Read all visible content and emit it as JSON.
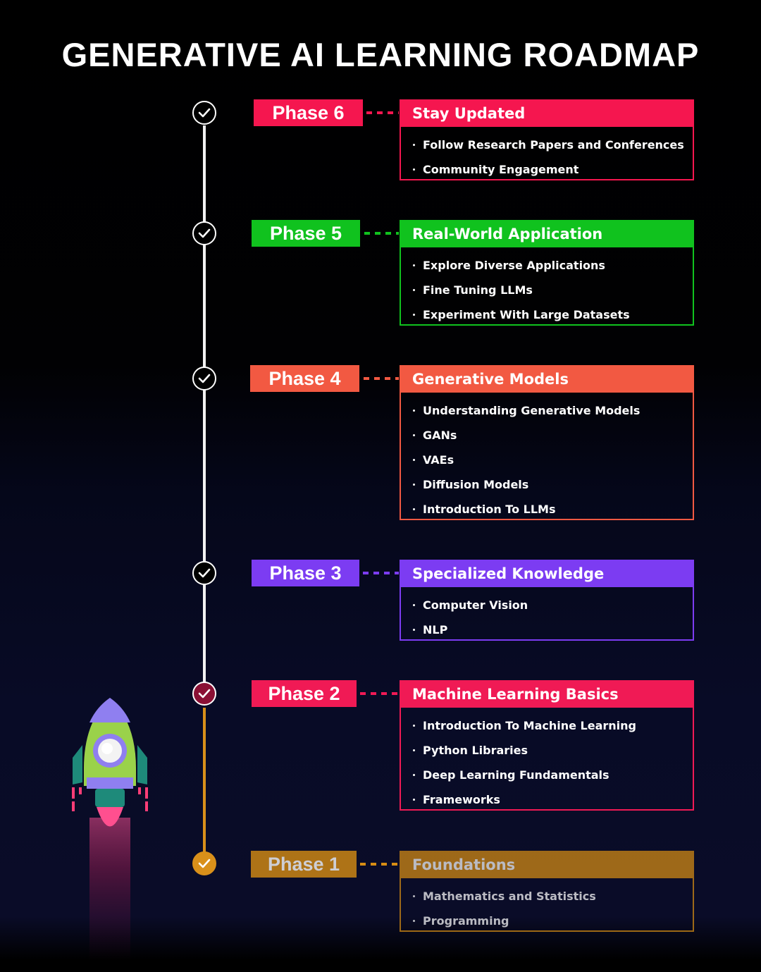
{
  "title": "GENERATIVE AI LEARNING ROADMAP",
  "phases": [
    {
      "label": "Phase 6",
      "heading": "Stay Updated",
      "color": "#f5164f",
      "items": [
        "Follow Research Papers and Conferences",
        "Community Engagement"
      ]
    },
    {
      "label": "Phase 5",
      "heading": "Real-World Application",
      "color": "#10c21e",
      "items": [
        "Explore Diverse Applications",
        "Fine Tuning LLMs",
        "Experiment With Large Datasets"
      ]
    },
    {
      "label": "Phase 4",
      "heading": "Generative Models",
      "color": "#f25942",
      "items": [
        "Understanding Generative Models",
        "GANs",
        "VAEs",
        "Diffusion Models",
        "Introduction To LLMs"
      ]
    },
    {
      "label": "Phase 3",
      "heading": "Specialized Knowledge",
      "color": "#7c3cf2",
      "items": [
        "Computer Vision",
        "NLP"
      ]
    },
    {
      "label": "Phase 2",
      "heading": "Machine Learning Basics",
      "color": "#f01a55",
      "items": [
        "Introduction To Machine Learning",
        "Python Libraries",
        "Deep Learning Fundamentals",
        "Frameworks"
      ]
    },
    {
      "label": "Phase 1",
      "heading": "Foundations",
      "color": "#d78d14",
      "items": [
        "Mathematics and Statistics",
        "Programming"
      ]
    }
  ]
}
